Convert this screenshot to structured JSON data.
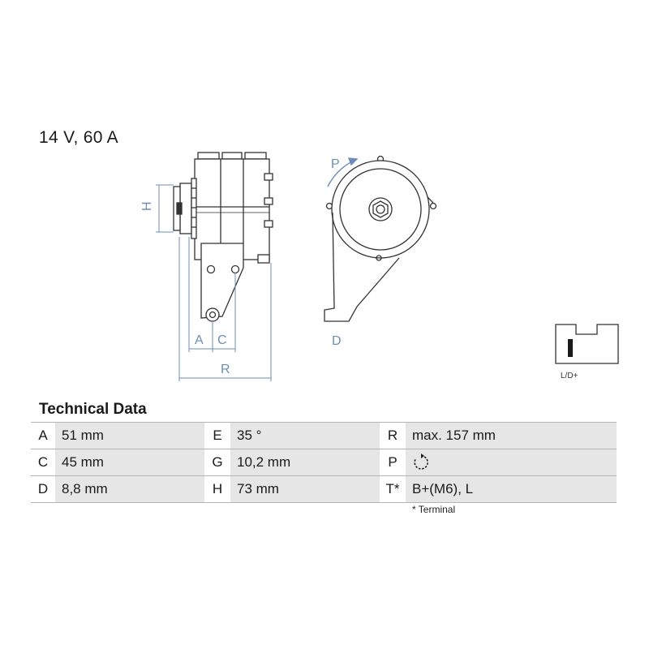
{
  "product": {
    "headline": "14 V, 60 A"
  },
  "drawing": {
    "dimension_labels": {
      "H": "H",
      "A": "A",
      "C": "C",
      "R": "R",
      "P": "P",
      "D": "D"
    },
    "terminal_label": "L/D+"
  },
  "technical_data": {
    "title": "Technical Data",
    "rows": [
      {
        "k1": "A",
        "v1": "51 mm",
        "k2": "E",
        "v2": "35 °",
        "k3": "R",
        "v3": "max. 157 mm"
      },
      {
        "k1": "C",
        "v1": "45 mm",
        "k2": "G",
        "v2": "10,2 mm",
        "k3": "P",
        "v3": ""
      },
      {
        "k1": "D",
        "v1": "8,8 mm",
        "k2": "H",
        "v2": "73 mm",
        "k3": "T*",
        "v3": "B+(M6), L"
      }
    ],
    "rotation_icon": "clockwise-rotation-icon",
    "footnote": "* Terminal"
  },
  "colors": {
    "dimension": "#6d8db8",
    "line": "#333333",
    "table_fill": "#e6e6e6"
  }
}
